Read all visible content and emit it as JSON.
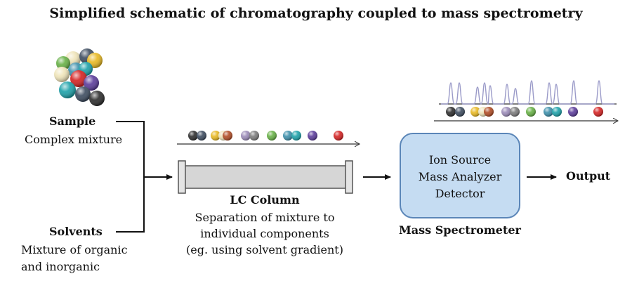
{
  "title": "Simplified schematic of chromatography coupled to mass spectrometry",
  "sample": {
    "label": "Sample",
    "desc": "Complex mixture"
  },
  "solvents": {
    "label": "Solvents",
    "desc_line1": "Mixture of organic",
    "desc_line2": "and inorganic"
  },
  "column": {
    "label": "LC Column",
    "desc_line1": "Separation of mixture to",
    "desc_line2": "individual components",
    "desc_line3": "(eg. using solvent gradient)"
  },
  "ms_box": {
    "line1": "Ion Source",
    "line2": "Mass Analyzer",
    "line3": "Detector"
  },
  "ms_label": "Mass Spectrometer",
  "output_label": "Output",
  "colors": {
    "box_fill": "#c5dcf2",
    "box_stroke": "#5b86b8",
    "column_fill": "#d6d6d6",
    "column_stroke": "#555555",
    "peaks": "#9a9ac8",
    "axis": "#333333"
  },
  "ball_colors": [
    "#2b2b2b",
    "#3b4a5e",
    "#e8b820",
    "#efe4b8",
    "#b04a22",
    "#9a8ab8",
    "#7a7a7a",
    "#66b044",
    "#3a8eaa",
    "#1aa0a8",
    "#5a3a9a",
    "#d42020"
  ]
}
